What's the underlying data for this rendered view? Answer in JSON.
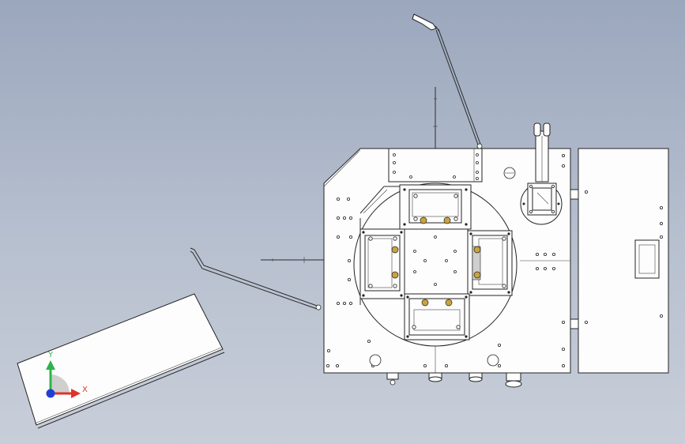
{
  "triad": {
    "x_label": "X",
    "y_label": "Y",
    "x_color": "#e0332a",
    "y_color": "#2fb34a",
    "z_color": "#1f3fd6"
  },
  "colors": {
    "background_top": "#9ba7bd",
    "background_bottom": "#c8ced9",
    "part_fill": "#fdfdfd",
    "edge": "#222222",
    "gold_fastener": "#c9a43c",
    "gray_fill": "#cfcfcf"
  },
  "components": [
    "main-base-plate",
    "rotary-table",
    "fixture-top",
    "fixture-left",
    "fixture-right",
    "fixture-bottom",
    "side-cover-panel",
    "tilted-cover-panel",
    "upper-cable-arm",
    "left-cable-arm",
    "clamp-assembly",
    "coordinate-triad"
  ]
}
